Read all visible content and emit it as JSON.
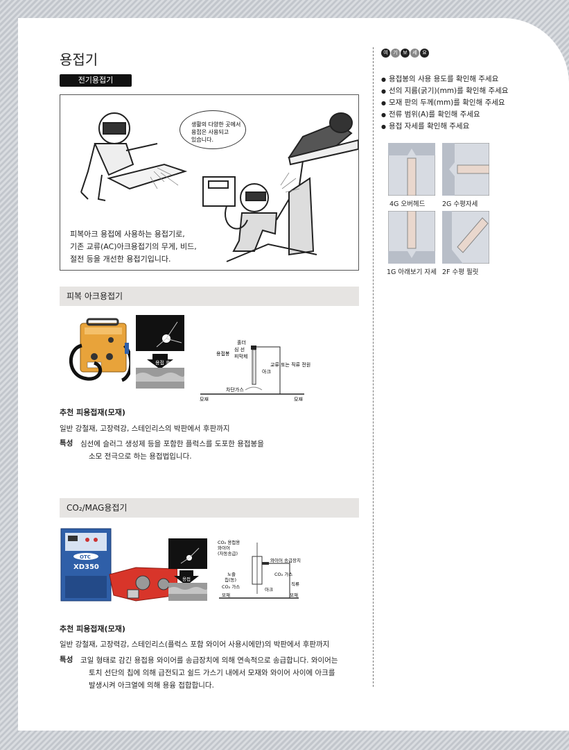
{
  "title": "용접기",
  "subtitle_badge": "전기용접기",
  "intro": {
    "bubble": [
      "생활의 다양한 곳에서",
      "용접은 사용되고",
      "있습니다."
    ],
    "text": [
      "피복아크 용접에 사용하는 용접기로,",
      "기존 교류(AC)아크용접기의 무게, 비드,",
      "절전 등을 개선한 용접기입니다."
    ]
  },
  "section1": {
    "heading": "피복 아크용접기",
    "welding_label": "용접 후",
    "diagram_labels": {
      "holder": "홀더",
      "core": "심  선",
      "flux": "피막제",
      "electrode": "용접봉",
      "power": "교류 또는 직류 전원",
      "arc": "아크",
      "gas": "차단가스",
      "base_left": "모재",
      "base_right": "모재"
    },
    "material_label": "추천 피용접재(모재)",
    "material_text": "일반 강철재, 고장력강, 스테인리스의 박판에서 후판까지",
    "feature_key": "특성",
    "feature_text": [
      "심선에 슬러그 생성제 등을 포함한 플럭스를 도포한 용접봉을",
      "소모 전극으로 하는 용접법입니다."
    ]
  },
  "section2": {
    "heading": "CO₂/MAG용접기",
    "brand": "OTC",
    "model": "XD350",
    "welding_label": "용접",
    "diagram_labels": {
      "wire": [
        "CO₂ 용접용",
        "와이어",
        "(자동송급)"
      ],
      "feeder": "와이어 송급장치",
      "nozzle": [
        "노즐",
        "칩(동)"
      ],
      "gas_right": "CO₂ 가스",
      "gas_left": "CO₂ 가스",
      "dc": "직류",
      "arc": "아크",
      "base_left": "모재",
      "base_right": "모재"
    },
    "material_label": "추천 피용접재(모재)",
    "material_text": "일반 강철재, 고장력강, 스테인리스(플럭스 포함 와이어 사용시에만)의 박판에서 후판까지",
    "feature_key": "특성",
    "feature_text": [
      "코일 형태로 감긴 용접용 와이어를 송급장치에 의해 연속적으로 송급합니다. 와이어는",
      "토치 선단의 칩에 의해 급전되고 쉴드 가스기 내에서 모재와 와이어 사이에 아크를",
      "발생시켜 아크열에 의해 용융 접합합니다."
    ]
  },
  "check": {
    "badge": [
      "여",
      "기",
      "보",
      "세",
      "요"
    ],
    "items": [
      "용접봉의 사용 용도를 확인해 주세요",
      "선의 지름(굵기)(mm)를 확인해 주세요",
      "모재 판의 두께(mm)를 확인해 주세요",
      "전류 범위(A)를 확인해 주세요",
      "용접 자세를 확인해 주세요"
    ],
    "positions": [
      "4G 오버헤드",
      "2G 수평자세",
      "1G 아래보기 자세",
      "2F 수평 필릿"
    ]
  },
  "colors": {
    "machine_orange": "#e8a33a",
    "machine_blue": "#2f5fa8",
    "trolley_red": "#d8352a",
    "section_bar": "#e6e4e2"
  }
}
